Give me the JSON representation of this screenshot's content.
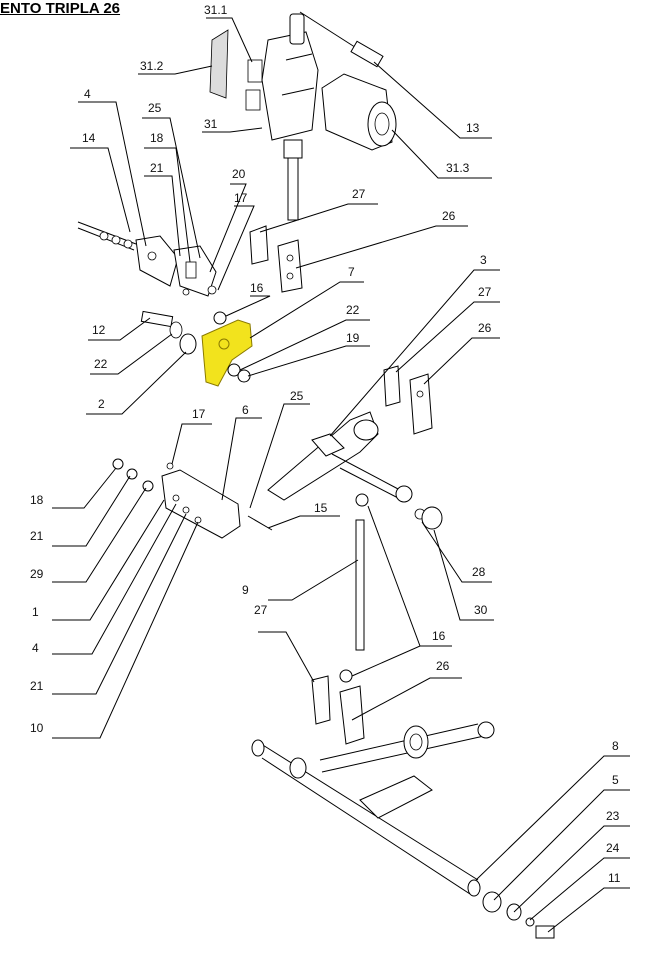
{
  "title": "ENTO TRIPLA 26",
  "highlight_color": "#f2e31d",
  "labels": {
    "l31_1": "31.1",
    "l31_2": "31.2",
    "l31": "31",
    "l13": "13",
    "l31_3": "31.3",
    "l4a": "4",
    "l14": "14",
    "l25a": "25",
    "l18a": "18",
    "l21a": "21",
    "l20": "20",
    "l17a": "17",
    "l27a": "27",
    "l26a": "26",
    "l16a": "16",
    "l12": "12",
    "l22a": "22",
    "l2": "2",
    "l7": "7",
    "l22b": "22",
    "l19": "19",
    "l3": "3",
    "l27b": "27",
    "l26b": "26",
    "l17b": "17",
    "l6": "6",
    "l25b": "25",
    "l15": "15",
    "l18b": "18",
    "l21b": "21",
    "l29": "29",
    "l1": "1",
    "l4b": "4",
    "l21c": "21",
    "l10": "10",
    "l28": "28",
    "l30": "30",
    "l9": "9",
    "l27c": "27",
    "l16b": "16",
    "l26c": "26",
    "l8": "8",
    "l5": "5",
    "l23": "23",
    "l24": "24",
    "l11": "11"
  }
}
